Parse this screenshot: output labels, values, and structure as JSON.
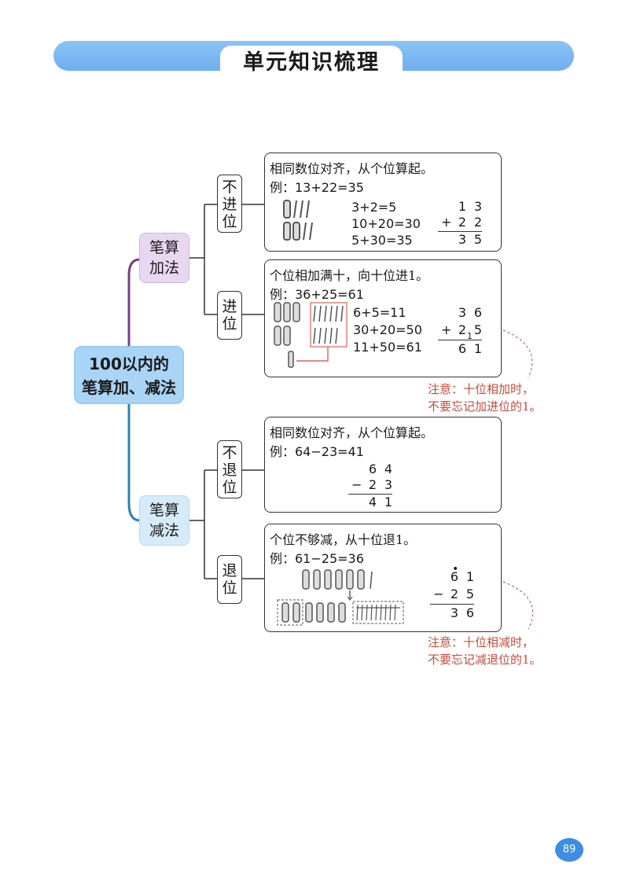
{
  "header": {
    "title": "单元知识梳理"
  },
  "root": {
    "line1": "100以内的",
    "line2": "笔算加、减法"
  },
  "addition": {
    "label_line1": "笔算",
    "label_line2": "加法",
    "no_carry": {
      "tab": [
        "不",
        "进",
        "位"
      ],
      "rule": "相同数位对齐，从个位算起。",
      "example": "例：13+22=35",
      "steps": [
        "3+2=5",
        "10+20=30",
        "5+30=35"
      ],
      "vertical": {
        "top": [
          "1",
          "3"
        ],
        "op": "+",
        "second": [
          "2",
          "2"
        ],
        "result": [
          "3",
          "5"
        ]
      }
    },
    "carry": {
      "tab": [
        "进",
        "位"
      ],
      "rule": "个位相加满十，向十位进1。",
      "example": "例：36+25=61",
      "steps": [
        "6+5=11",
        "30+20=50",
        "11+50=61"
      ],
      "vertical": {
        "top": [
          "3",
          "6"
        ],
        "op": "+",
        "second": [
          "2",
          "5"
        ],
        "carry_mark": "1",
        "result": [
          "6",
          "1"
        ]
      },
      "note_line1": "注意：十位相加时，",
      "note_line2": "不要忘记加进位的1。"
    }
  },
  "subtraction": {
    "label_line1": "笔算",
    "label_line2": "减法",
    "no_borrow": {
      "tab": [
        "不",
        "退",
        "位"
      ],
      "rule": "相同数位对齐，从个位算起。",
      "example": "例：64−23=41",
      "vertical": {
        "top": [
          "6",
          "4"
        ],
        "op": "−",
        "second": [
          "2",
          "3"
        ],
        "result": [
          "4",
          "1"
        ]
      }
    },
    "borrow": {
      "tab": [
        "退",
        "位"
      ],
      "rule": "个位不够减，从十位退1。",
      "example": "例：61−25=36",
      "vertical": {
        "top": [
          "6",
          "1"
        ],
        "op": "−",
        "second": [
          "2",
          "5"
        ],
        "result": [
          "3",
          "6"
        ]
      },
      "note_line1": "注意：十位相减时，",
      "note_line2": "不要忘记减退位的1。"
    }
  },
  "page_number": "89",
  "colors": {
    "title_bar": "#7db8f1",
    "root_fill": "#a9d4f5",
    "add_fill": "#e8d7f0",
    "sub_fill": "#d5ecf8",
    "note": "#c94a3a",
    "add_branch": "#7a3d86",
    "sub_branch": "#2f7fb6"
  }
}
